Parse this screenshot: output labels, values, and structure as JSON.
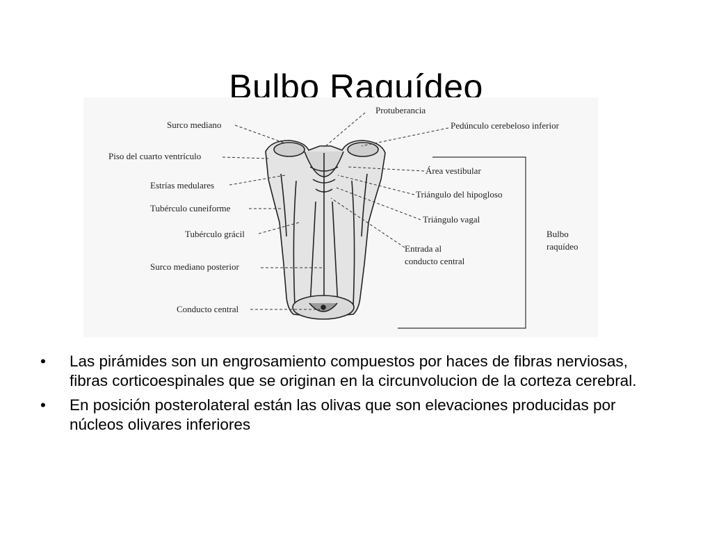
{
  "slide": {
    "title": "Bulbo Raquídeo"
  },
  "diagram": {
    "labels": {
      "protuberancia": "Protuberancia",
      "surco_mediano": "Surco mediano",
      "pedunculo": "Pedúnculo cerebeloso inferior",
      "piso": "Piso del cuarto ventrículo",
      "area_vestibular": "Área vestibular",
      "estrias": "Estrías medulares",
      "triangulo_hipogloso": "Triángulo del hipogloso",
      "tuberculo_cuneiforme": "Tubérculo cuneiforme",
      "triangulo_vagal": "Triángulo vagal",
      "tuberculo_gracil": "Tubérculo grácil",
      "bulbo_line1": "Bulbo",
      "bulbo_line2": "raquídeo",
      "entrada_line1": "Entrada al",
      "entrada_line2": "conducto central",
      "surco_posterior": "Surco mediano posterior",
      "conducto_central": "Conducto central"
    }
  },
  "bullets": [
    {
      "marker": "•",
      "text": "Las pirámides son un engrosamiento compuestos por haces de fibras nerviosas, fibras corticoespinales que se originan en  la circunvolucion de la corteza cerebral."
    },
    {
      "marker": "•",
      "text": "En posición posterolateral están las olivas  que son elevaciones producidas por núcleos olivares inferiores"
    }
  ]
}
